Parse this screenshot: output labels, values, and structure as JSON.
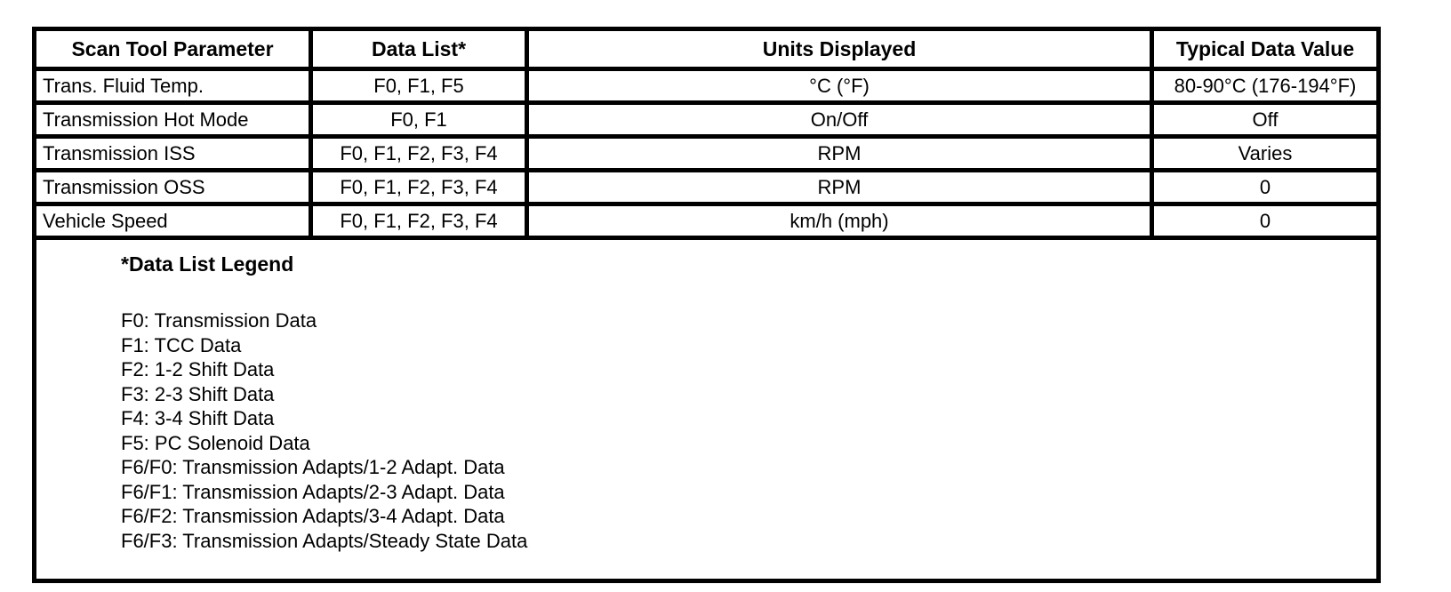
{
  "colors": {
    "background": "#ffffff",
    "border": "#000000",
    "text": "#000000"
  },
  "table": {
    "headers": {
      "parameter": "Scan Tool Parameter",
      "data_list": "Data List*",
      "units": "Units Displayed",
      "typical": "Typical Data Value"
    },
    "rows": [
      {
        "param": "Trans. Fluid Temp.",
        "data_list": "F0, F1, F5",
        "units": "°C (°F)",
        "typical": "80-90°C (176-194°F)"
      },
      {
        "param": "Transmission Hot Mode",
        "data_list": "F0, F1",
        "units": "On/Off",
        "typical": "Off"
      },
      {
        "param": "Transmission ISS",
        "data_list": "F0, F1, F2, F3, F4",
        "units": "RPM",
        "typical": "Varies"
      },
      {
        "param": "Transmission OSS",
        "data_list": "F0, F1, F2, F3, F4",
        "units": "RPM",
        "typical": "0"
      },
      {
        "param": "Vehicle Speed",
        "data_list": "F0, F1, F2, F3, F4",
        "units": "km/h (mph)",
        "typical": "0"
      }
    ],
    "legend": {
      "title": "*Data List Legend",
      "entries": [
        "F0: Transmission Data",
        "F1: TCC Data",
        "F2: 1-2 Shift Data",
        "F3: 2-3 Shift Data",
        "F4: 3-4 Shift Data",
        "F5: PC Solenoid Data",
        "F6/F0: Transmission Adapts/1-2 Adapt. Data",
        "F6/F1: Transmission Adapts/2-3 Adapt. Data",
        "F6/F2: Transmission Adapts/3-4 Adapt. Data",
        "F6/F3: Transmission Adapts/Steady State Data"
      ]
    }
  }
}
